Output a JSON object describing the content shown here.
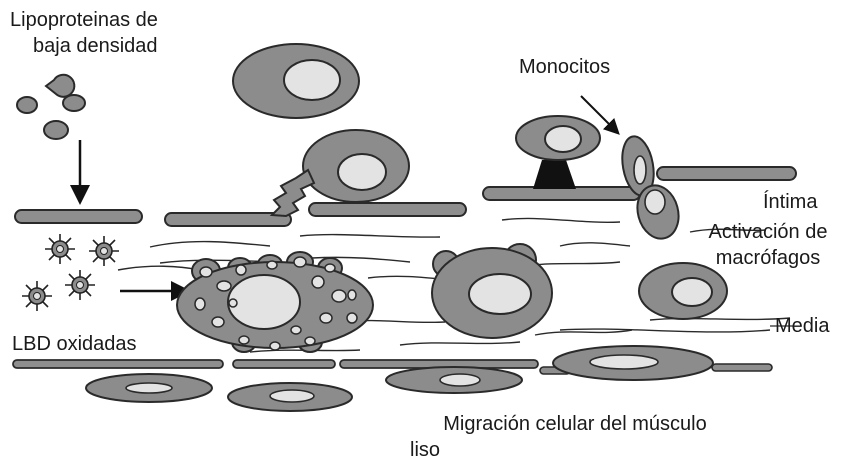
{
  "labels": {
    "ldl_line1": "Lipoproteinas de",
    "ldl_line2": "baja densidad",
    "monocytes": "Monocitos",
    "intima": "Íntima",
    "activation_line1": "Activación de",
    "activation_line2": "macrófagos",
    "media": "Media",
    "oxidized_ldl": "LBD oxidadas",
    "migration_line1": "Migración celular del músculo",
    "migration_line2": "liso"
  },
  "colors": {
    "cell_fill": "#8c8c8c",
    "nucleus_fill": "#e3e3e3",
    "stroke": "#2a2a2a",
    "membrane_fill": "#8e8e8e",
    "background": "#ffffff"
  }
}
